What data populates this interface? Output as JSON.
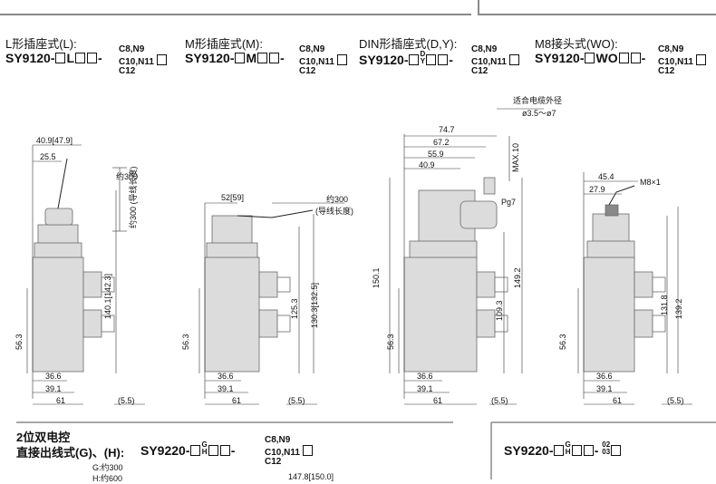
{
  "sections": [
    {
      "title": "L形插座式(L):",
      "model_prefix": "SY9120-",
      "model_code": "L",
      "opt1": "C8,N9",
      "opt2": "C10,N11",
      "opt3": "C12"
    },
    {
      "title": "M形插座式(M):",
      "model_prefix": "SY9120-",
      "model_code": "M",
      "opt1": "C8,N9",
      "opt2": "C10,N11",
      "opt3": "C12"
    },
    {
      "title": "DIN形插座式(D,Y):",
      "model_prefix": "SY9120-",
      "model_code": "D/Y",
      "opt1": "C8,N9",
      "opt2": "C10,N11",
      "opt3": "C12"
    },
    {
      "title": "M8接头式(WO):",
      "model_prefix": "SY9120-",
      "model_code": "WO",
      "opt1": "C8,N9",
      "opt2": "C10,N11",
      "opt3": "C12"
    }
  ],
  "dims": {
    "L": {
      "top_w": "40.9[47.9]",
      "w2": "25.5",
      "lead": "约300",
      "lead_note": "(导线长度)",
      "h_total": "140.1[142.3]",
      "h_port": "56.3",
      "b1": "36.6",
      "b2": "39.1",
      "b3": "61",
      "b4": "(5.5)"
    },
    "M": {
      "top_w": "52[59]",
      "lead": "约300",
      "lead_note": "(导线长度)",
      "h1": "125.3",
      "h2": "130.3[132.5]",
      "h_port": "56.3",
      "b1": "36.6",
      "b2": "39.1",
      "b3": "61",
      "b4": "(5.5)"
    },
    "D": {
      "cable_note": "适合电缆外径",
      "cable_dia": "ø3.5～ø7",
      "w1": "74.7",
      "w2": "67.2",
      "w3": "55.9",
      "w4": "40.9",
      "max": "MAX.10",
      "pg": "Pg7",
      "h_total": "150.1",
      "h2": "149.2",
      "h3": "109.3",
      "h_port": "56.3",
      "b1": "36.6",
      "b2": "39.1",
      "b3": "61",
      "b4": "(5.5)"
    },
    "WO": {
      "w1": "45.4",
      "w2": "27.9",
      "m8": "M8×1",
      "h1": "131.8",
      "h2": "139.2",
      "h_port": "56.3",
      "b1": "36.6",
      "b2": "39.1",
      "b3": "61",
      "b4": "(5.5)"
    }
  },
  "bottom": {
    "title_line1": "2位双电控",
    "title_line2": "直接出线式(G)、(H):",
    "model_prefix": "SY9220-",
    "code_g": "G",
    "code_h": "H",
    "opt1": "C8,N9",
    "opt2": "C10,N11",
    "opt3": "C12",
    "g_note": "G:约300",
    "h_note": "H:约600",
    "partial_dim": "147.8[150.0]",
    "right_model_prefix": "SY9220-",
    "right_code_g": "G",
    "right_code_h": "H",
    "right_opt1": "02",
    "right_opt2": "03"
  }
}
